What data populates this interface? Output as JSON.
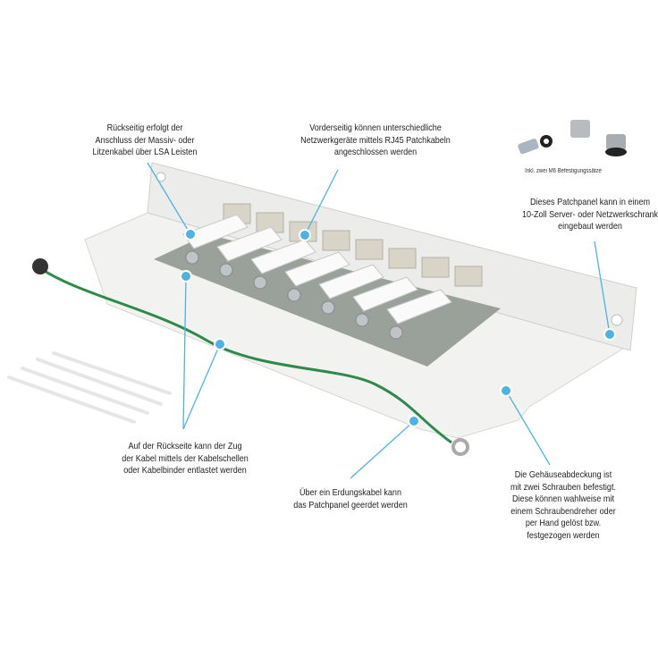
{
  "accent_color": "#4db3e2",
  "callouts": {
    "rear_connection": [
      "Rückseitig erfolgt der",
      "Anschluss der Massiv- oder",
      "Litzenkabel über LSA Leisten"
    ],
    "front_ports": [
      "Vorderseitig können unterschiedliche",
      "Netzwerkgeräte mittels RJ45 Patchkabeln",
      "angeschlossen werden"
    ],
    "mounting_kit": [
      "Inkl. zwei M6 Befestigungssätze"
    ],
    "rack_mount": [
      "Dieses Patchpanel kann in einem",
      "10-Zoll Server- oder Netzwerkschrank",
      "eingebaut werden"
    ],
    "strain_relief": [
      "Auf der Rückseite kann der Zug",
      "der Kabel mittels der Kabelschellen",
      "oder Kabelbinder entlastet werden"
    ],
    "grounding": [
      "Über ein Erdungskabel kann",
      "das Patchpanel geerdet werden"
    ],
    "cover": [
      "Die Gehäuseabdeckung ist",
      "mit zwei Schrauben befestigt.",
      "Diese können wahlweise mit",
      "einem Schraubendreher oder",
      "per Hand gelöst bzw.",
      "festgezogen werden"
    ]
  }
}
